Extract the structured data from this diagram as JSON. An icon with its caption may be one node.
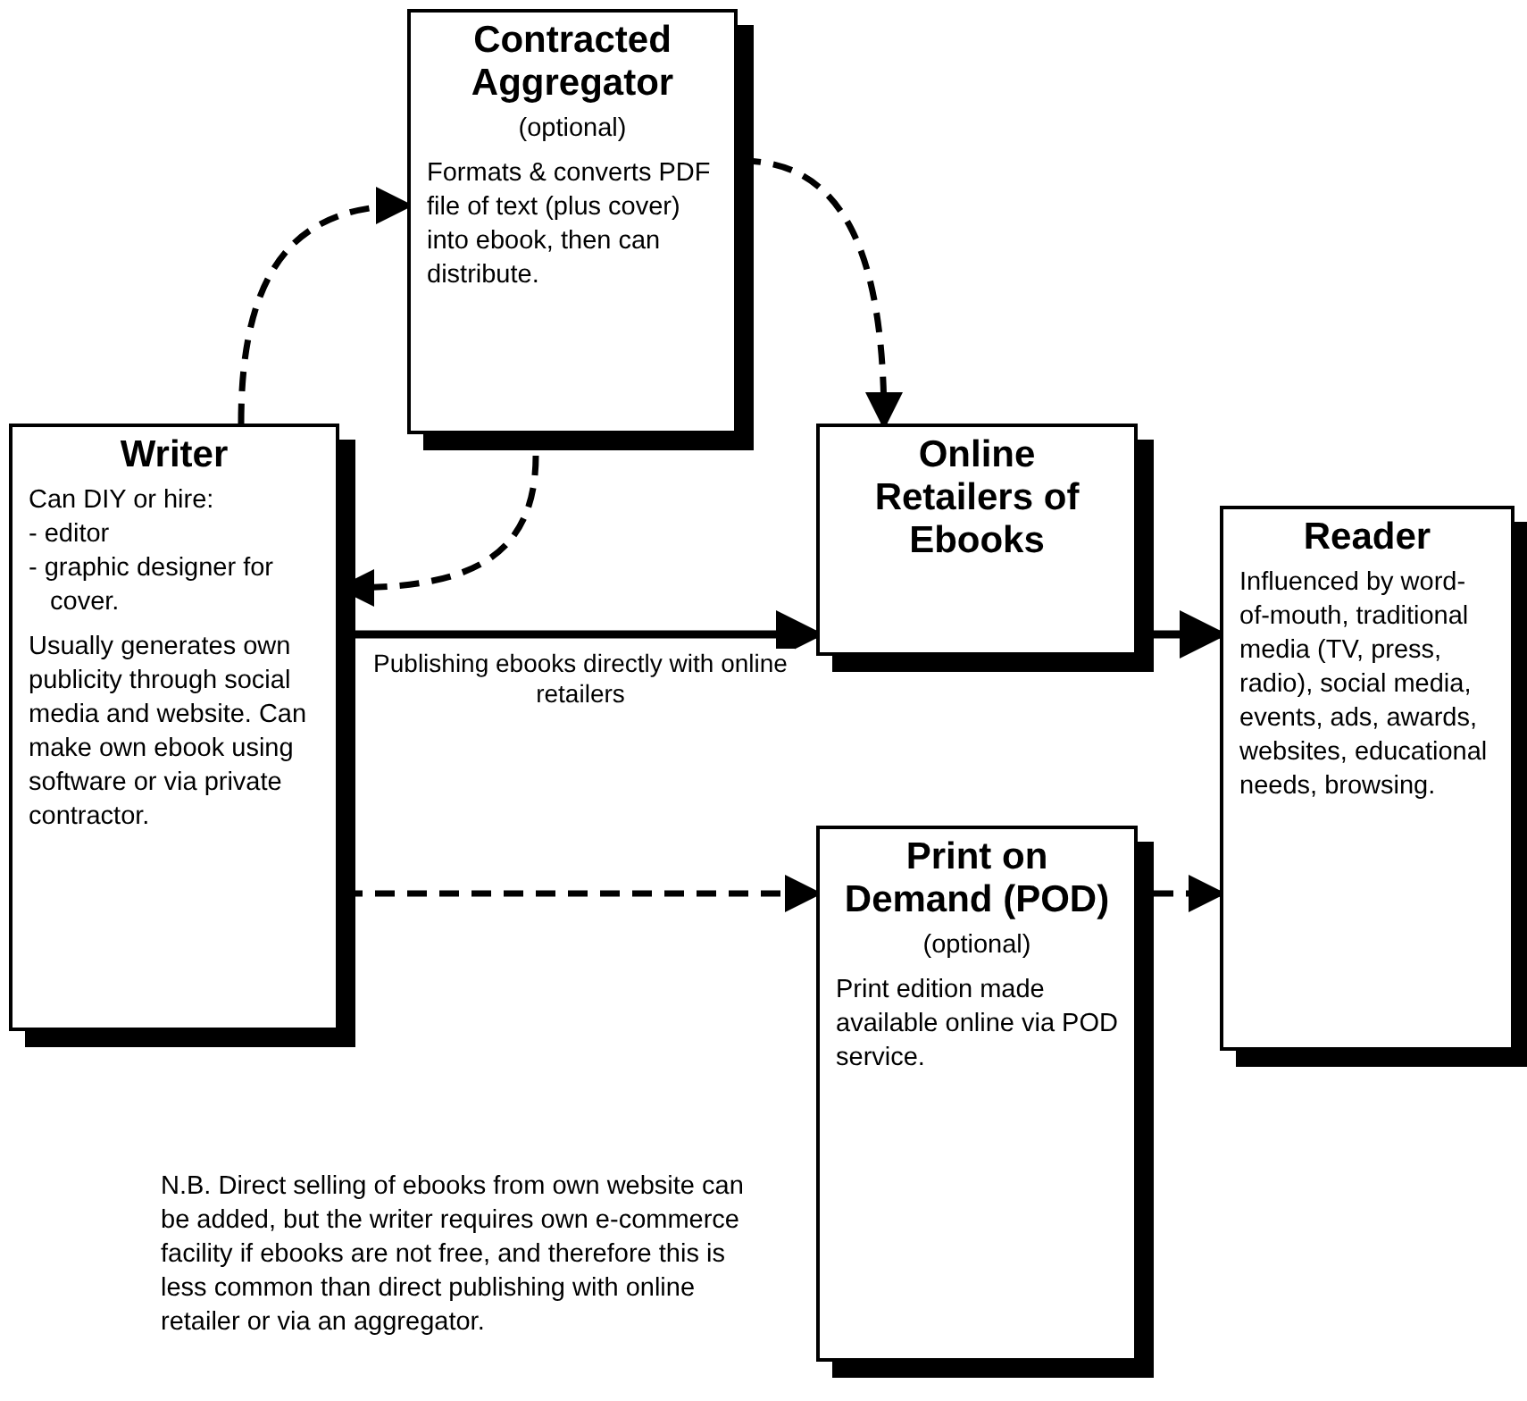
{
  "diagram": {
    "nodes": [
      {
        "text": [
          "Writer",
          "Can DIY or hire:",
          "- editor",
          "- graphic designer for cover.",
          "Usually generates own publicity through social media and website. Can make own ebook using software or via private contractor."
        ]
      },
      {
        "text": [
          "Contracted Aggregator",
          "(optional)",
          "Formats & converts PDF file of text (plus cover) into ebook, then can distribute."
        ]
      },
      {
        "text": [
          "Online Retailers of Ebooks"
        ]
      },
      {
        "text": [
          "Reader",
          "Influenced by word-of-mouth, traditional media (TV, press, radio), social media, events, ads, awards, websites, educational needs, browsing."
        ]
      },
      {
        "text": [
          "Print on Demand (POD)",
          "(optional)",
          "Print edition made available online via POD service."
        ]
      }
    ],
    "edges": [
      {
        "from": 0,
        "to": 1,
        "arrow": "to",
        "style": "dashed"
      },
      {
        "from": 1,
        "to": 2,
        "arrow": "to",
        "style": "dashed"
      },
      {
        "from": 1,
        "to": 0,
        "arrow": "to",
        "style": "dashed"
      },
      {
        "from": 0,
        "to": 2,
        "arrow": "to",
        "label": "Publishing ebooks directly with online retailers"
      },
      {
        "from": 2,
        "to": 3,
        "arrow": "to"
      },
      {
        "from": 0,
        "to": 4,
        "arrow": "to",
        "style": "dashed"
      },
      {
        "from": 4,
        "to": 3,
        "arrow": "to",
        "style": "dashed"
      }
    ],
    "labels": [
      "N.B. Direct selling of ebooks from own website can be added, but the writer requires own e-commerce facility if ebooks are not free, and therefore this is less common than direct publishing with online retailer or via an aggregator."
    ]
  }
}
